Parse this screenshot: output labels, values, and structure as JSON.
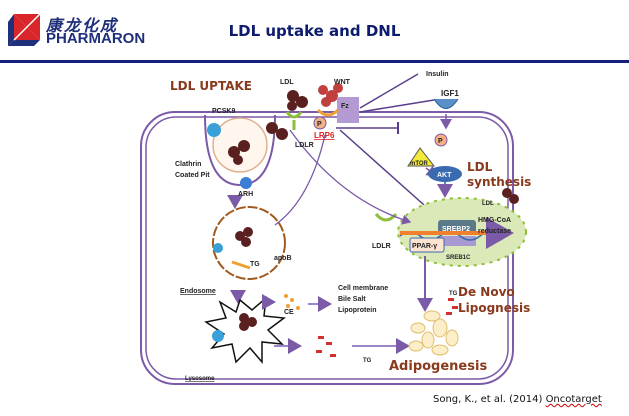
{
  "logo": {
    "chinese": "康龙化成",
    "english": "PHARMARON"
  },
  "slide": {
    "title": "LDL uptake and DNL"
  },
  "diagram": {
    "headings": {
      "ldl_uptake": "LDL UPTAKE",
      "ldl_synthesis_1": "LDL",
      "ldl_synthesis_2": "synthesis",
      "de_novo_1": "De Novo",
      "de_novo_2": "Lipognesis",
      "adipogenesis": "Adipogenesis"
    },
    "labels": {
      "ldl_top": "LDL",
      "wnt": "WNT",
      "fz": "Fz",
      "p1": "P",
      "lrp6": "LRP6",
      "ldlr_top": "LDLR",
      "pcsk9": "PCSK9",
      "clathrin_1": "Clathrin",
      "clathrin_2": "Coated Pit",
      "arh": "ARH",
      "insulin": "Insulin",
      "igf1": "IGF1",
      "p2": "P",
      "mtor": "mTOR",
      "akt": "AKT",
      "ldl_right": "LDL",
      "hmg_1": "HMG-CoA",
      "hmg_2": "reductase",
      "srebp2": "SREBP2",
      "sreb1c": "SREB1C",
      "ppar": "PPAR-γ",
      "ldlr_right": "LDLR",
      "tg_endo": "TG",
      "apob": "apoB",
      "endosome": "Endosome",
      "ce": "CE",
      "cell_membrane": "Cell membrane",
      "bile_salt": "Bile Salt",
      "lipoprotein": "Lipoprotein",
      "tg_right": "TG",
      "tg_bottom": "TG",
      "lysosome": "Lysosome"
    }
  },
  "citation": {
    "authors": "Song, K., et al. (2014) ",
    "journal": "Oncotarget"
  }
}
